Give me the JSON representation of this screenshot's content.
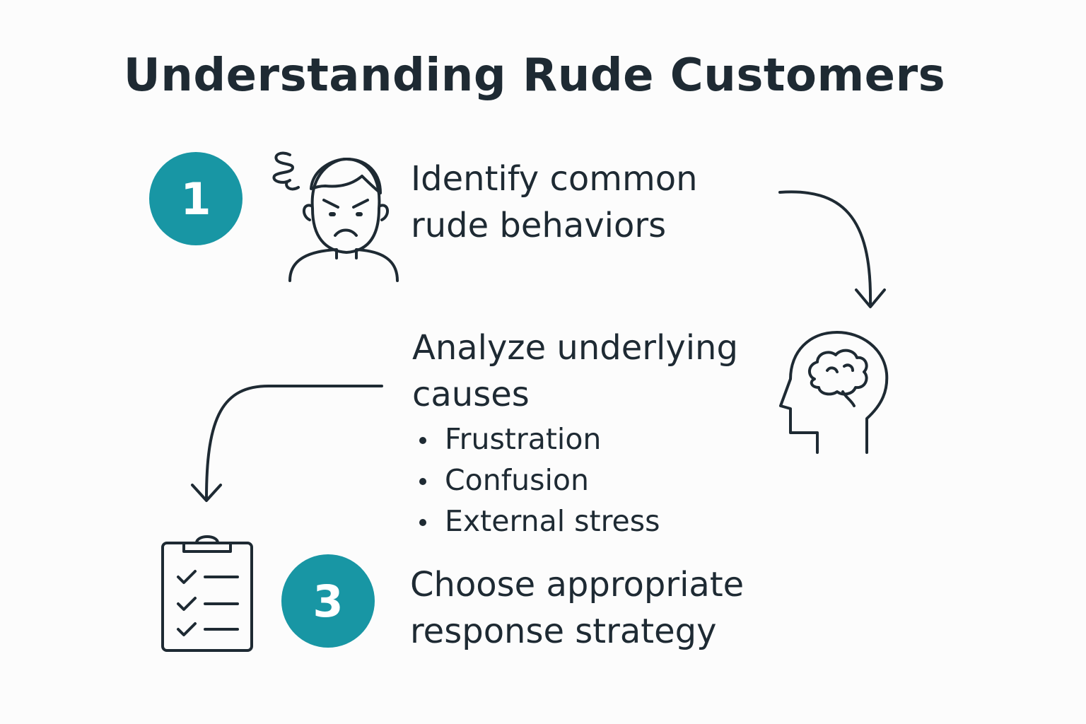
{
  "title": "Understanding Rude Customers",
  "accent_color": "#1896a4",
  "ink_color": "#1e2a33",
  "steps": [
    {
      "badge": "1",
      "lines": [
        "Identify common",
        "rude behaviors"
      ],
      "icon": "angry-person-icon"
    },
    {
      "badge": "",
      "lines": [
        "Analyze underlying",
        "causes"
      ],
      "causes": [
        "Frustration",
        "Confusion",
        "External stress"
      ],
      "icon": "head-brain-icon"
    },
    {
      "badge": "3",
      "lines": [
        "Choose appropriate",
        "response strategy"
      ],
      "icon": "clipboard-checklist-icon"
    }
  ]
}
